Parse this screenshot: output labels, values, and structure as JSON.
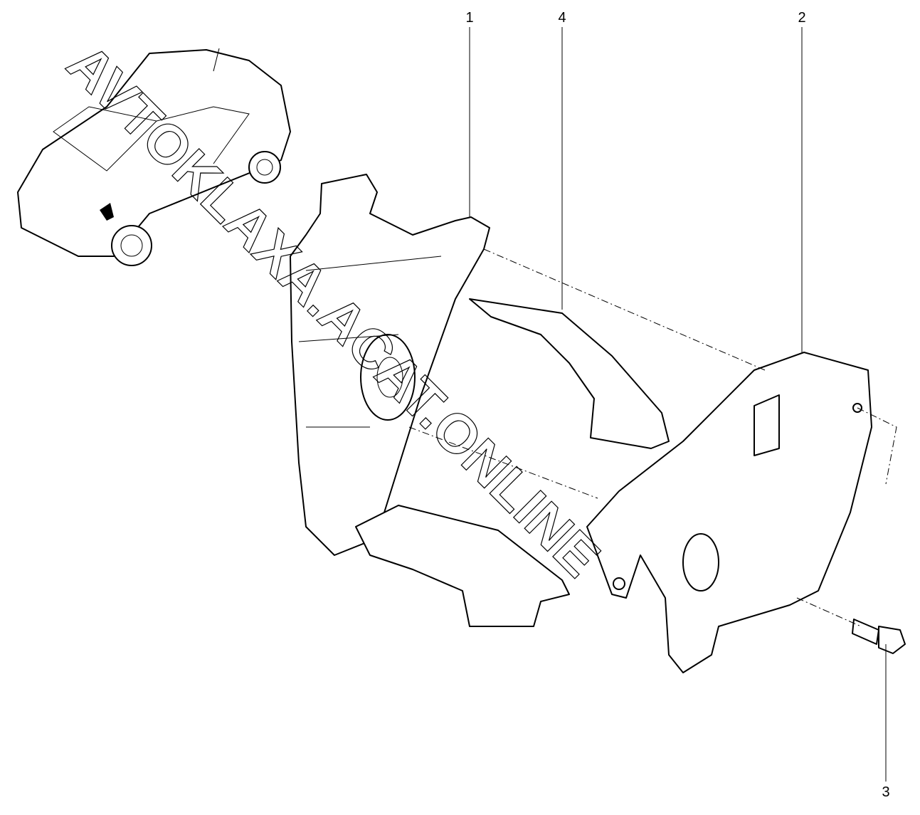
{
  "diagram": {
    "callouts": [
      {
        "id": "1",
        "label": "1"
      },
      {
        "id": "4",
        "label": "4"
      },
      {
        "id": "2",
        "label": "2"
      },
      {
        "id": "3",
        "label": "3"
      }
    ],
    "watermark": "AVTOKLAXA.ACAT.ONLINE"
  }
}
